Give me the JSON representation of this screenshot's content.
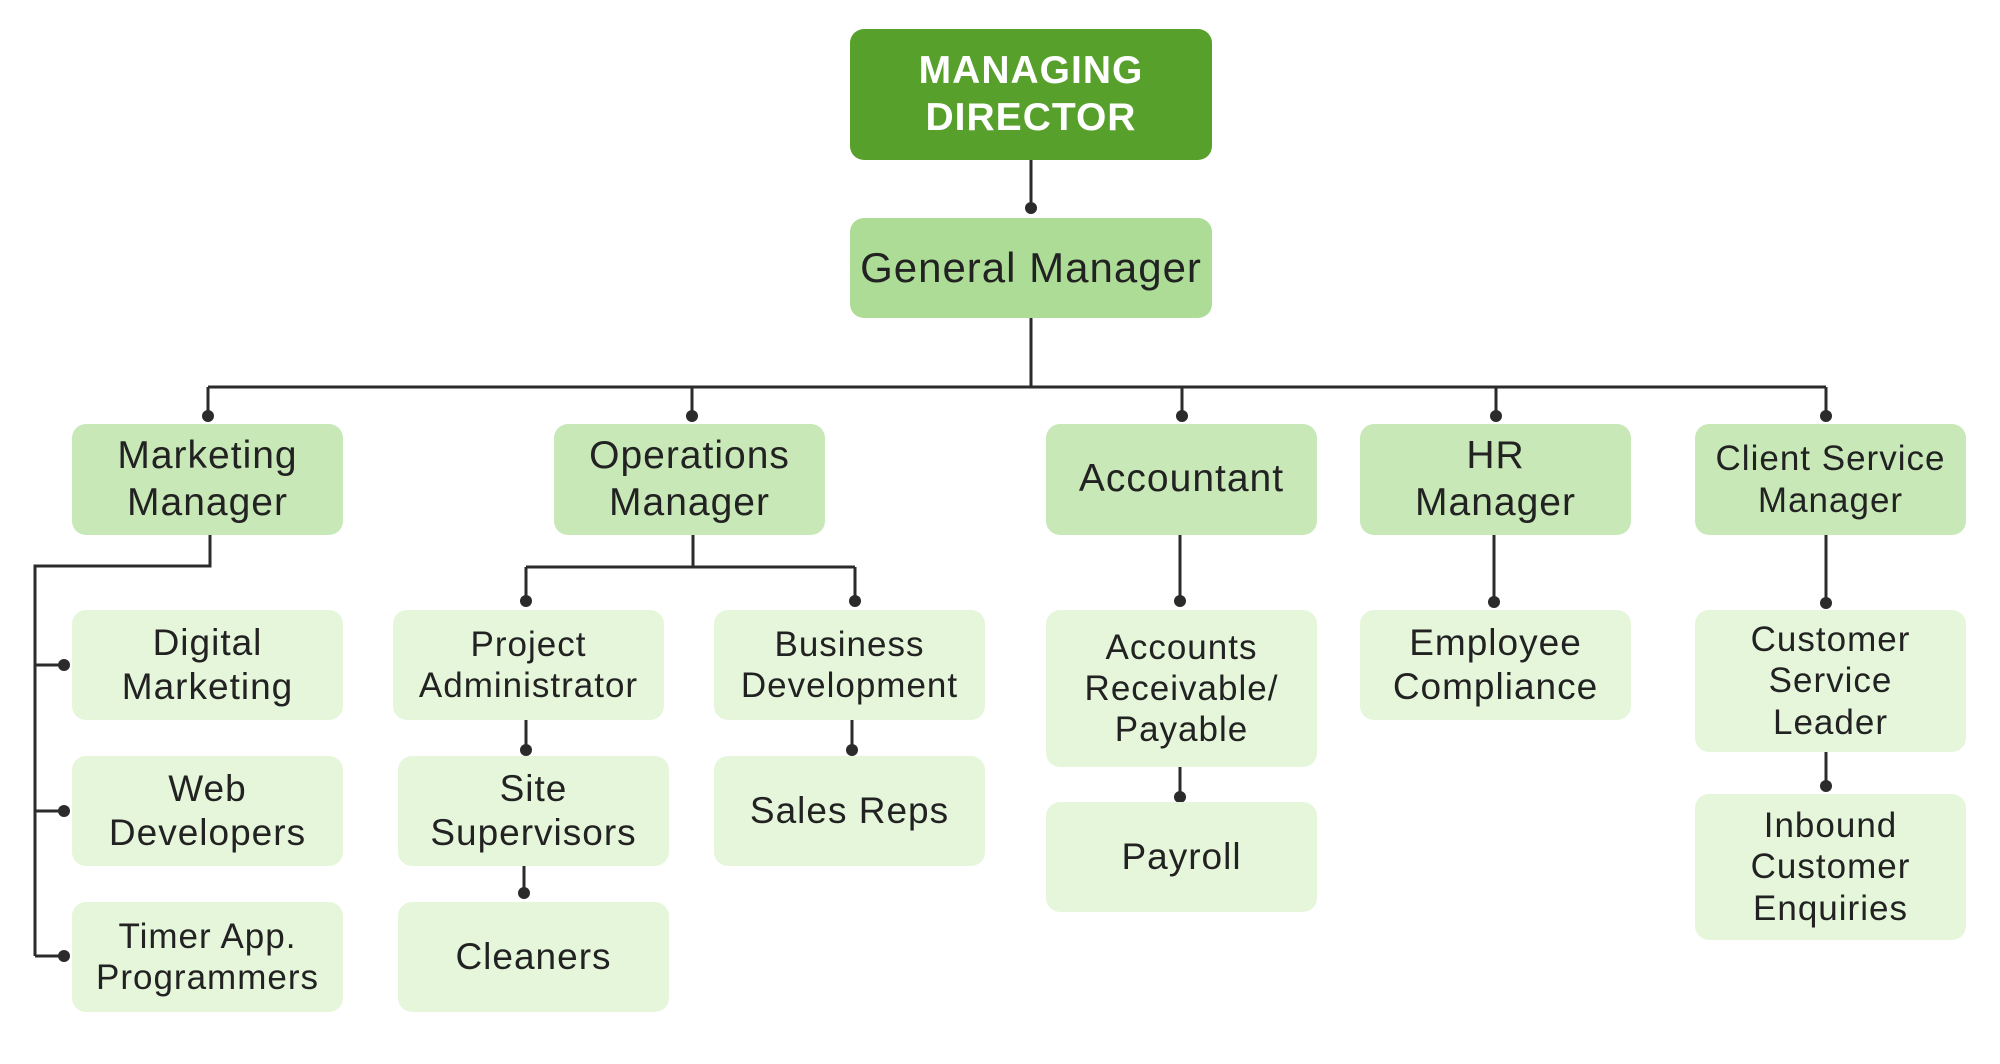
{
  "colors": {
    "root_fill": "#57a02c",
    "root_text": "#ffffff",
    "general_fill": "#acdc96",
    "manager_fill": "#c8e9b7",
    "team_fill": "#e5f6db",
    "line": "#2b2b2b"
  },
  "nodes": {
    "managing_director": "MANAGING\nDIRECTOR",
    "general_manager": "General Manager",
    "marketing_manager": "Marketing\nManager",
    "operations_manager": "Operations\nManager",
    "accountant": "Accountant",
    "hr_manager": "HR\nManager",
    "client_service_manager": "Client Service\nManager",
    "digital_marketing": "Digital\nMarketing",
    "web_developers": "Web\nDevelopers",
    "timer_app_programmers": "Timer App.\nProgrammers",
    "project_administrator": "Project\nAdministrator",
    "site_supervisors": "Site\nSupervisors",
    "cleaners": "Cleaners",
    "business_development": "Business\nDevelopment",
    "sales_reps": "Sales Reps",
    "accounts_receivable_payable": "Accounts\nReceivable/\nPayable",
    "payroll": "Payroll",
    "employee_compliance": "Employee\nCompliance",
    "customer_service_leader": "Customer\nService\nLeader",
    "inbound_customer_enquiries": "Inbound\nCustomer\nEnquiries"
  }
}
